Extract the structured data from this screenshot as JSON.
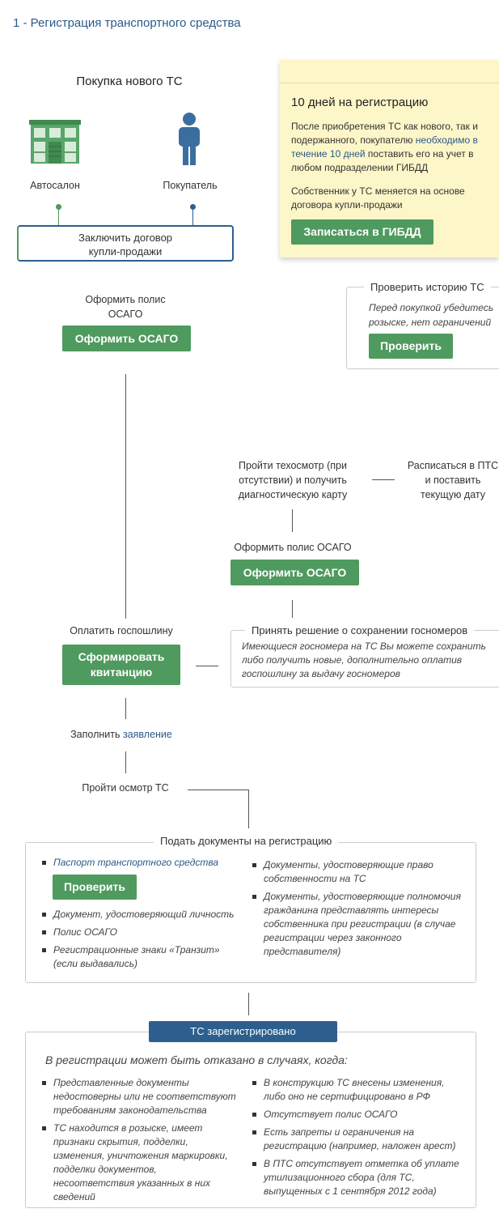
{
  "title": "1 - Регистрация транспортного средства",
  "purchase": {
    "heading": "Покупка нового ТС",
    "dealer_label": "Автосалон",
    "buyer_label": "Покупатель",
    "contract_line1": "Заключить договор",
    "contract_line2": "купли-продажи"
  },
  "info_box": {
    "heading": "10 дней на регистрацию",
    "p1_a": "После приобретения ТС как нового, так и подержанного, покупателю ",
    "p1_link": "необходимо в течение 10 дней",
    "p1_b": " поставить его на учет в любом подразделении ГИБДД",
    "p2": "Собственник у ТС меняется на основе договора купли-продажи",
    "button": "Записаться в ГИБДД"
  },
  "osago1": {
    "label_line1": "Оформить полис",
    "label_line2": "ОСАГО",
    "button": "Оформить ОСАГО"
  },
  "history": {
    "heading": "Проверить историю ТС",
    "text_line1": "Перед покупкой убедитесь",
    "text_line2": "розыске, нет ограничений",
    "button": "Проверить"
  },
  "inspection": {
    "line1": "Пройти техосмотр (при",
    "line2": "отсутствии) и получить",
    "line3": "диагностическую карту"
  },
  "pts_sign": {
    "line1": "Расписаться в ПТС",
    "line2": "и поставить",
    "line3": "текущую дату"
  },
  "osago2": {
    "label": "Оформить полис ОСАГО",
    "button": "Оформить ОСАГО"
  },
  "plates": {
    "heading": "Принять решение о сохранении госномеров",
    "line1": "Имеющиеся госномера на ТС Вы можете сохранить",
    "line2": "либо получить новые, дополнительно оплатив",
    "line3": "госпошлину за выдачу госномеров"
  },
  "fee": {
    "label": "Оплатить госпошлину",
    "button_line1": "Сформировать",
    "button_line2": "квитанцию"
  },
  "application": {
    "label": "Заполнить ",
    "link": "заявление"
  },
  "vehicle_check": {
    "label": "Пройти осмотр ТС"
  },
  "documents": {
    "heading": "Подать документы на регистрацию",
    "passport": "Паспорт транспортного средства",
    "check_button": "Проверить",
    "left_items": [
      "Документ, удостоверяющий личность",
      "Полис ОСАГО",
      "Регистрационные знаки «Транзит» (если выдавались)"
    ],
    "right_items": [
      "Документы, удостоверяющие право собственности на ТС",
      "Документы, удостоверяющие полномочия гражданина представлять интересы собственника при регистрации (в случае регистрации через законного представителя)"
    ]
  },
  "registered": {
    "badge": "ТС зарегистрировано",
    "refusal_heading": "В регистрации может быть отказано в случаях, когда:",
    "left_items": [
      "Представленные документы недостоверны или не соответствуют требованиям законодательства",
      "ТС находится в розыске, имеет признаки скрытия, подделки, изменения, уничтожения маркировки, подделки документов, несоответствия указанных в них сведений"
    ],
    "right_items": [
      "В конструкцию ТС внесены изменения, либо оно не сертифицировано в РФ",
      "Отсутствует полис ОСАГО",
      "Есть запреты и ограничения на регистрацию (например, наложен арест)",
      "В ПТС отсутствует отметка об уплате утилизационного сбора (для ТС, выпущенных с 1 сентября 2012 года)"
    ]
  },
  "colors": {
    "green": "#4f9a5e",
    "blue": "#2c5f8e",
    "yellow": "#fdf6c8",
    "title": "#2a5a8a"
  }
}
